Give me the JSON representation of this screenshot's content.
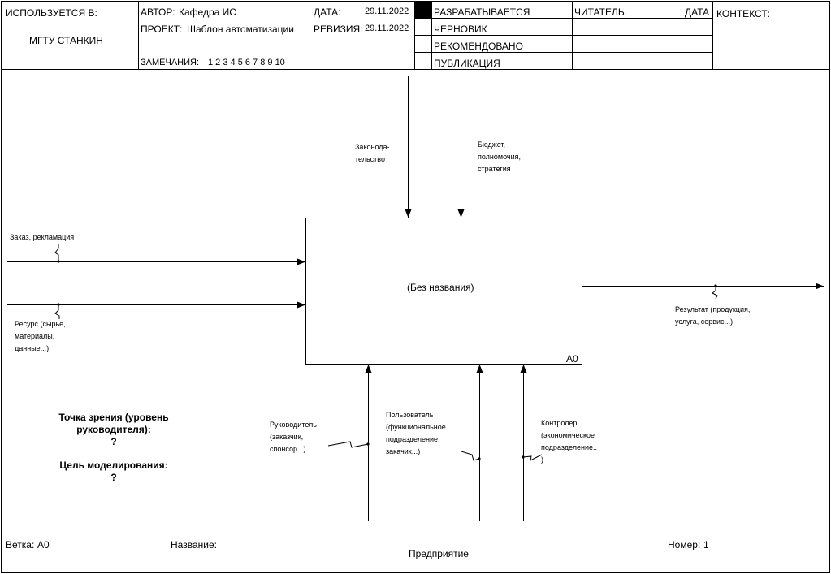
{
  "header": {
    "used_at_label": "ИСПОЛЬЗУЕТСЯ В:",
    "used_at_value": "МГТУ СТАНКИН",
    "author_label": "АВТОР:",
    "author_value": "Кафедра ИС",
    "project_label": "ПРОЕКТ:",
    "project_value": "Шаблон автоматизации",
    "notes_label": "ЗАМЕЧАНИЯ:",
    "notes_value": "1 2 3 4 5 6 7 8 9 10",
    "date_label": "ДАТА:",
    "date_value": "29.11.2022",
    "revision_label": "РЕВИЗИЯ:",
    "revision_value": "29.11.2022",
    "status": [
      "РАЗРАБАТЫВАЕТСЯ",
      "ЧЕРНОВИК",
      "РЕКОМЕНДОВАНО",
      "ПУБЛИКАЦИЯ"
    ],
    "reader_label": "ЧИТАТЕЛЬ",
    "reader_date_label": "ДАТА",
    "context_label": "КОНТЕКСТ:"
  },
  "diagram": {
    "box_title": "(Без названия)",
    "box_number": "A0",
    "arrows": {
      "control_law": [
        "Законода-",
        "тельство"
      ],
      "control_budget": [
        "Бюджет,",
        "полномочия,",
        "стратегия"
      ],
      "input_order": [
        "Заказ, рекламация"
      ],
      "input_resource": [
        "Ресурс (сырье,",
        "материалы,",
        "данные...)"
      ],
      "output_result": [
        "Результат (продукция,",
        "услуга, сервис...)"
      ],
      "mech_manager": [
        "Руководитель",
        "(заказчик,",
        "спонсор...)"
      ],
      "mech_user": [
        "Пользователь",
        "(функциональное",
        "подразделение,",
        "закачик...)"
      ],
      "mech_controller": [
        "Контролер",
        "(экономическое",
        "подразделение..",
        ")"
      ]
    },
    "viewpoint_label": "Точка зрения (уровень руководителя):",
    "viewpoint_value": "?",
    "purpose_label": "Цель моделирования:",
    "purpose_value": "?"
  },
  "footer": {
    "node_label": "Ветка:",
    "node_value": "A0",
    "title_label": "Название:",
    "title_value": "Предприятие",
    "number_label": "Номер:",
    "number_value": "1"
  }
}
